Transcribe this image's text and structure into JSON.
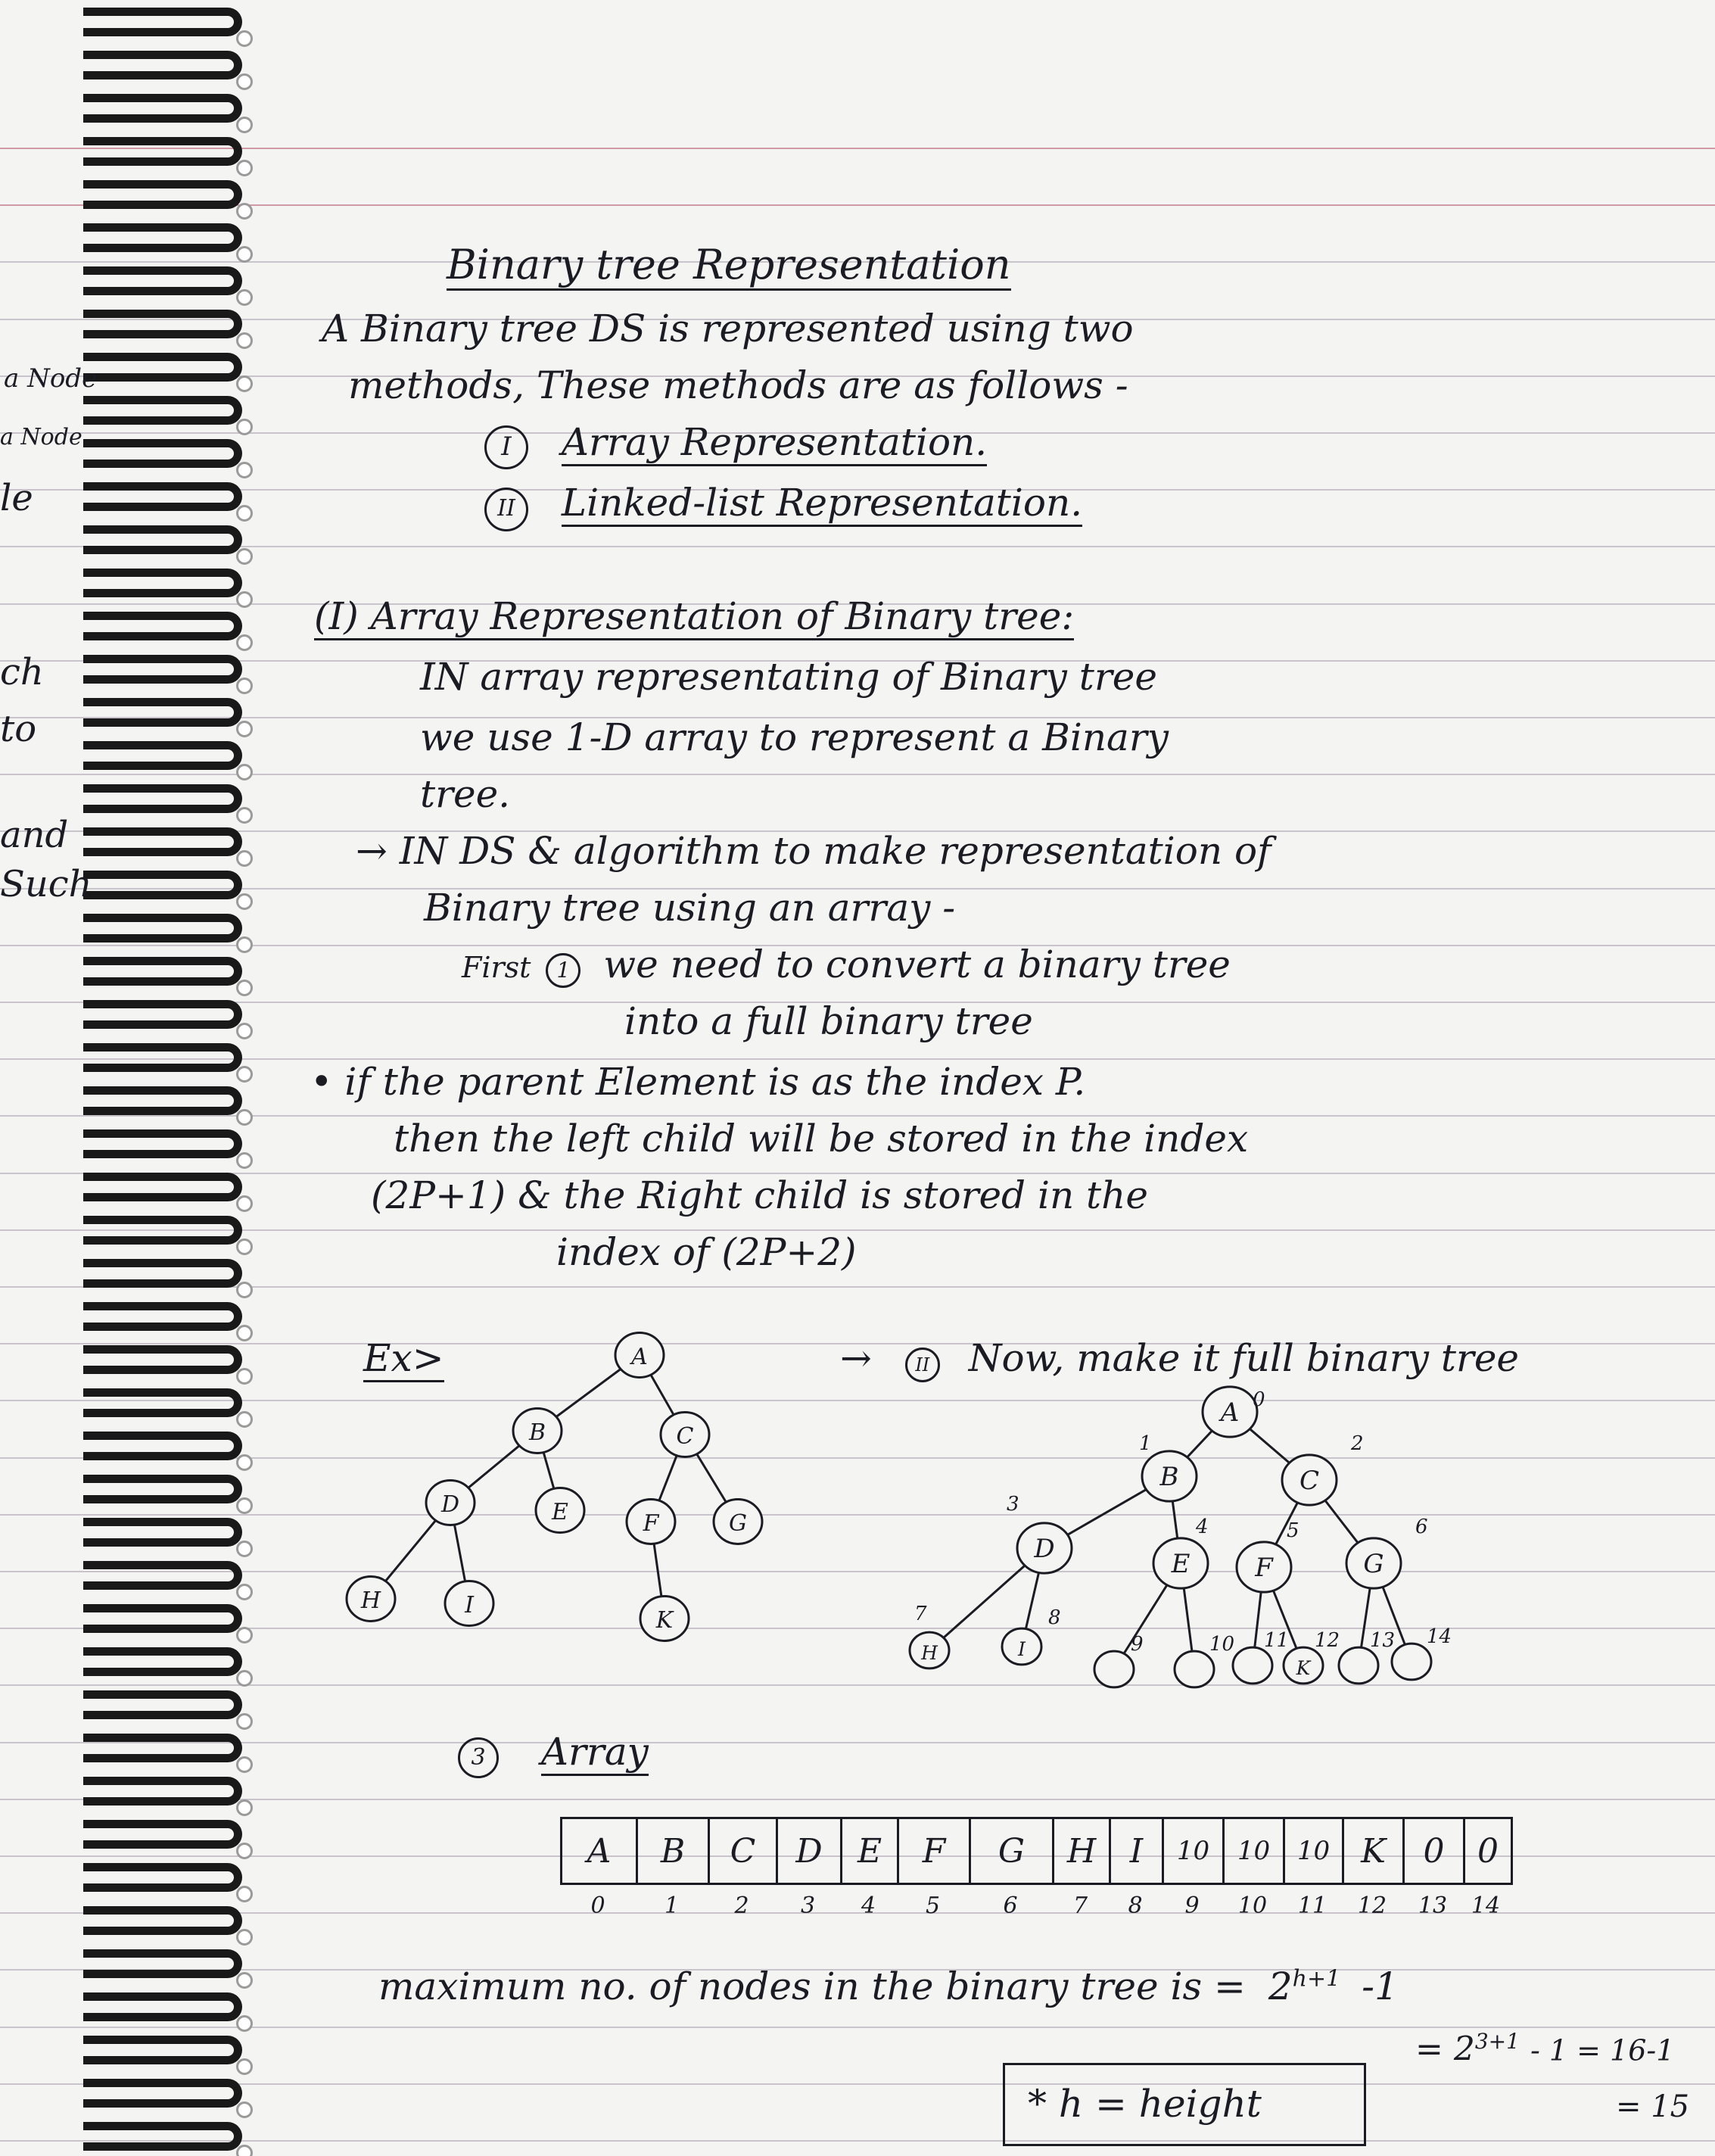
{
  "margin_notes": [
    "a Node",
    "a Node",
    "le",
    "ch",
    "to",
    "and",
    "Such"
  ],
  "title": "Binary tree Representation",
  "intro": {
    "line1": "A Binary tree DS is represented using two",
    "line2": "methods, These methods are as follows -",
    "items": [
      {
        "marker": "I",
        "text": "Array Representation."
      },
      {
        "marker": "II",
        "text": "Linked-list Representation."
      }
    ]
  },
  "section1": {
    "heading": "(I) Array Representation of Binary tree:",
    "lines": [
      "IN array representating of Binary tree",
      "we use 1-D array to represent a Binary",
      "tree."
    ],
    "arrow_lines": [
      "→ IN DS & algorithm to make representation of",
      "Binary tree using an array -"
    ],
    "step_marker": "First",
    "step_num": "1",
    "step_lines": [
      "we need to convert a binary tree",
      "into a full binary tree"
    ],
    "bullet_lines": [
      "• if the parent Element is as the index P.",
      "then the left child will be stored in the index",
      "(2P+1) & the Right child is stored in the",
      "index of (2P+2)"
    ]
  },
  "example": {
    "label": "Ex>",
    "tree1": {
      "nodes": [
        "A",
        "B",
        "C",
        "D",
        "E",
        "F",
        "G",
        "H",
        "I",
        "K"
      ]
    },
    "step2_prefix": "→",
    "step2_marker": "II",
    "step2_text": "Now, make it full binary tree",
    "tree2": {
      "nodes": [
        "A",
        "B",
        "C",
        "D",
        "E",
        "F",
        "G",
        "H",
        "I",
        "",
        "",
        "",
        "K",
        "",
        ""
      ],
      "indices": [
        "0",
        "1",
        "2",
        "3",
        "4",
        "5",
        "6",
        "7",
        "8",
        "9",
        "10",
        "11",
        "12",
        "13",
        "14"
      ]
    }
  },
  "array_section": {
    "marker": "3",
    "label": "Array",
    "cells": [
      "A",
      "B",
      "C",
      "D",
      "E",
      "F",
      "G",
      "H",
      "I",
      "10",
      "10",
      "10",
      "K",
      "0",
      "0"
    ],
    "indices": [
      "0",
      "1",
      "2",
      "3",
      "4",
      "5",
      "6",
      "7",
      "8",
      "9",
      "10",
      "11",
      "12",
      "13",
      "14"
    ]
  },
  "formula": {
    "text": "maximum no. of nodes in the binary tree is =",
    "expr": "2",
    "expr_exp": "h+1",
    "expr_tail": "-1",
    "calc1": "= 2",
    "calc1_exp": "3+1",
    "calc1_tail": "- 1 = 16-1",
    "calc2": "= 15"
  },
  "note_box": "* h = height"
}
